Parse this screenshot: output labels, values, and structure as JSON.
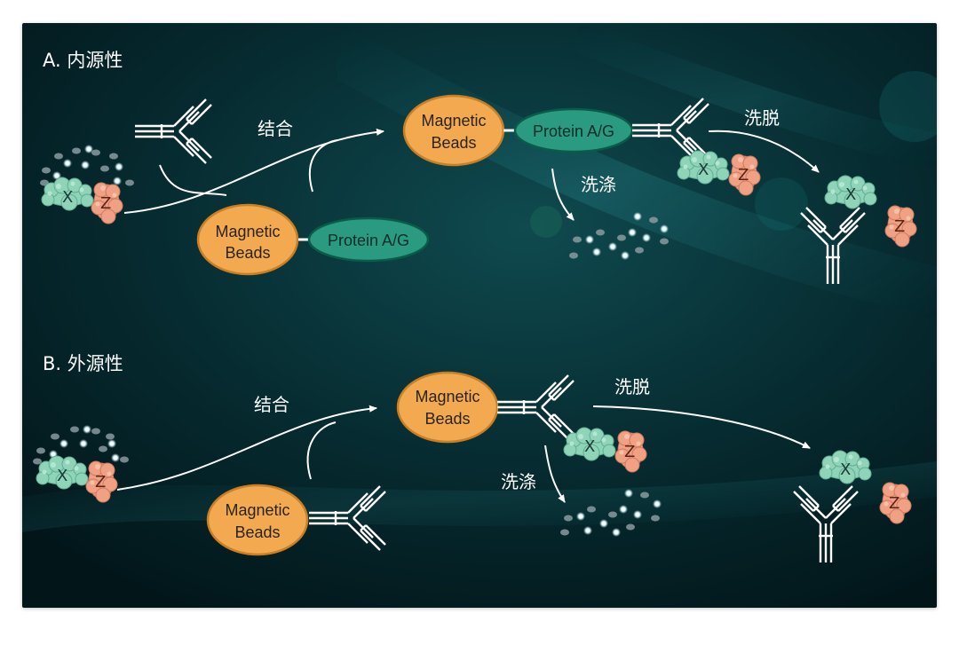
{
  "panels": [
    {
      "title": "A. 内源性",
      "bind_label": "结合",
      "wash_label": "洗涤",
      "elute_label": "洗脱",
      "bead_label": [
        "Magnetic",
        "Beads"
      ],
      "protein_label": "Protein A/G",
      "target_labels": [
        "X",
        "Z"
      ]
    },
    {
      "title": "B. 外源性",
      "bind_label": "结合",
      "wash_label": "洗涤",
      "elute_label": "洗脱",
      "bead_label": [
        "Magnetic",
        "Beads"
      ],
      "target_labels": [
        "X",
        "Z"
      ]
    }
  ],
  "colors": {
    "background": "#062a2e",
    "bead_fill": "#f2a950",
    "bead_stroke": "#c97f24",
    "protein_fill": "#2a9a80",
    "protein_stroke": "#0a5b48",
    "x_protein": "#8fd4b8",
    "z_protein": "#f1a183",
    "arrow": "#ffffff"
  }
}
